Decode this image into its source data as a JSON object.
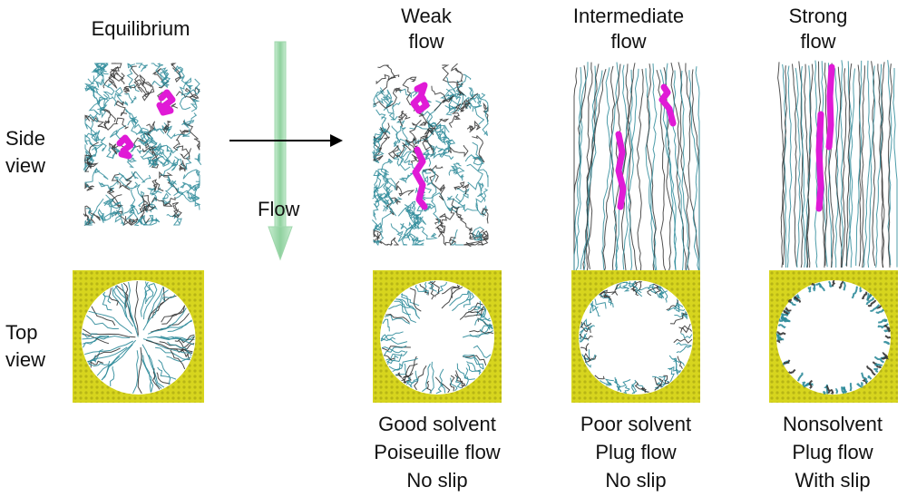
{
  "columns": {
    "equilibrium": "Equilibrium",
    "weak": [
      "Weak",
      "flow"
    ],
    "intermediate": [
      "Intermediate",
      "flow"
    ],
    "strong": [
      "Strong",
      "flow"
    ]
  },
  "rows": {
    "side": [
      "Side",
      "view"
    ],
    "top": [
      "Top",
      "view"
    ]
  },
  "flow_label": "Flow",
  "captions": {
    "weak": [
      "Good solvent",
      "Poiseuille flow",
      "No slip"
    ],
    "intermediate": [
      "Poor solvent",
      "Plug flow",
      "No slip"
    ],
    "strong": [
      "Nonsolvent",
      "Plug flow",
      "With slip"
    ]
  },
  "colors": {
    "chain": "#2e8b9a",
    "chain_dark": "#333333",
    "highlight": "#e01ad6",
    "wall": "#d7d51e",
    "flow_arrow": "#8fd19e"
  }
}
